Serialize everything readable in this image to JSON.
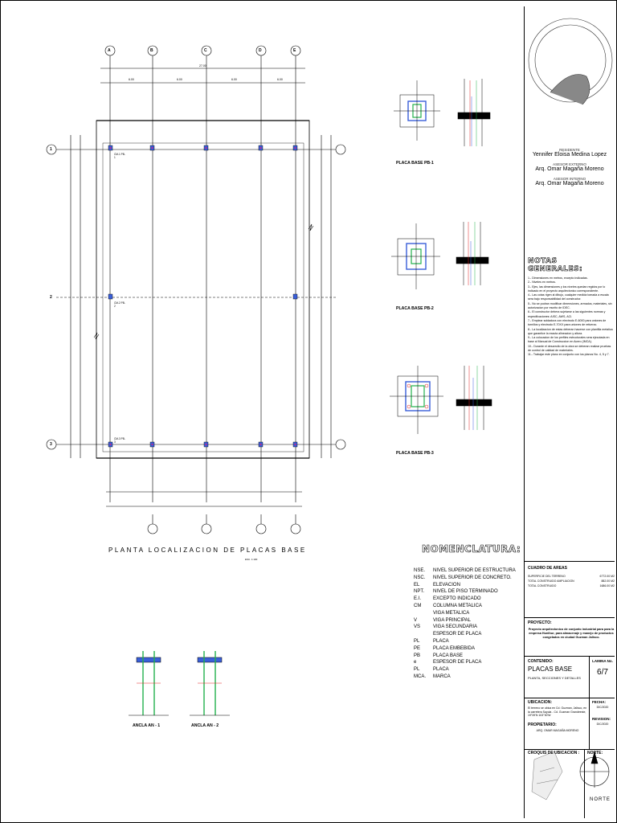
{
  "plan": {
    "title": "PLANTA LOCALIZACION DE PLACAS BASE",
    "scale": "ESC. 1:100",
    "axes_top": [
      "A",
      "B",
      "C",
      "D",
      "E"
    ],
    "axes_side": [
      "1",
      "2",
      "3"
    ],
    "overall_dim": "27.00",
    "bay_dims": [
      "6.00",
      "6.00",
      "6.00",
      "6.00"
    ],
    "column_tags": [
      "CM-1 PB-1",
      "CM-2 PB-2",
      "CM-3 PB-3"
    ]
  },
  "details": {
    "pb1": "PLACA BASE PB-1",
    "pb2": "PLACA BASE PB-2",
    "pb3": "PLACA BASE PB-3",
    "an1": "ANCLA AN - 1",
    "an2": "ANCLA AN - 2"
  },
  "titleblock": {
    "residente_label": "RESIDENTE",
    "residente": "Yennifer Eloisa Medina Lopez",
    "asesor_ext_label": "ASESOR EXTERNO",
    "asesor_ext": "Arq. Omar Magaña Moreno",
    "asesor_int_label": "ASESOR INTERNO",
    "asesor_int": "Arq. Omar Magaña Moreno",
    "notas_title": "NOTAS GENERALES:",
    "notas": [
      "1.- Dimensiones en metros, excepto indicadas.",
      "2.- Niveles en metros.",
      "3.- Ejes, las dimensiones y los niveles quedan regidos por lo indicado en el proyecto arquitectonico correspondiente.",
      "4.- Las cotas rigen al dibujo, cualquier medida tomada a escala sera bajo responsabilidad del constructor.",
      "5.- No se podran modificar dimensiones, armados, materiales, sin autorizacion por escrito de IDEC.",
      "6.- El constructor debera sujetarse a las siguientes normas y especificaciones: AISC, AWS, ACI.",
      "7.- Emplear soldadura con electrodo E-6000 para uniones de tornillos y electrodo E-70XX para uniones de refuerzo.",
      "8.- La localizacion de estas deberan hacerse con plantilla metalica que garantice la exacta alineacion y altura.",
      "9.- La colocacion de los perfiles estructurales sera ejecutada en base al Manual de Construccion en Acero (IMCA).",
      "10.- Durante el desarrollo de la obra se deberan realizar pruebas de control de calidad de materiales.",
      "11.- Trabajar este plano en conjunto con los planos No. 4, 5 y 7."
    ],
    "cuadro_title": "CUADRO DE AREAS",
    "cuadro": [
      {
        "k": "SUPERFICIE DEL TERRENO",
        "v": "6772.00 M2"
      },
      {
        "k": "TOTAL CONSTRUIDO AMPLIACION",
        "v": "882.00 M2"
      },
      {
        "k": "TOTAL CONSTRUIDO",
        "v": "1686.00 M2"
      }
    ],
    "proyecto_label": "PROYECTO:",
    "proyecto": "Proyecto arquitectonico de conjunto industrial para para la empresa Hunthur, para almacenaje y manejo de productos congelados en ciudad Guzman Jalisco.",
    "contenido_label": "CONTENIDO:",
    "contenido": "PLACAS BASE",
    "contenido_sub": "PLANTA, SECCIONES Y DETALLES",
    "lamina_label": "LAMINA No.",
    "lamina": "6/7",
    "ubicacion_label": "UBICACION:",
    "ubicacion": "El terreno se ubica en Cd. Guzman, Jalisco, en la carretera Sayula - Cd. Guzman Grandeeste, 19°39'N 103°30'W",
    "fecha_label": "FECHA:",
    "fecha": "DIC/2020",
    "revision_label": "REVISION:",
    "revision": "DIC/2020",
    "propietario_label": "PROPIETARIO:",
    "propietario": "ARQ. OMAR MAGAÑA MORENO",
    "croquis_label": "CROQUIS DE UBICACION :",
    "norte_label": "NORTE:",
    "norte": "NORTE"
  },
  "nomenclatura": {
    "title": "NOMENCLATURA:",
    "items": [
      {
        "k": "NSE.",
        "v": "NIVEL SUPERIOR DE ESTRUCTURA"
      },
      {
        "k": "NSC.",
        "v": "NIVEL SUPERIOR DE CONCRETO."
      },
      {
        "k": "EL",
        "v": "ELEVACION"
      },
      {
        "k": "NPT.",
        "v": "NIVEL DE PISO TERMINADO"
      },
      {
        "k": "E.I.",
        "v": "EXCEPTO INDICADO"
      },
      {
        "k": "CM",
        "v": "COLUMNA METALICA"
      },
      {
        "k": "",
        "v": "VIGA METALICA"
      },
      {
        "k": "V",
        "v": "VIGA PRINCIPAL"
      },
      {
        "k": "VS",
        "v": "VIGA SECUNDARIA"
      },
      {
        "k": "",
        "v": "ESPESOR DE PLACA"
      },
      {
        "k": "PL",
        "v": "PLACA"
      },
      {
        "k": "PE",
        "v": "PLACA EMBEBIDA"
      },
      {
        "k": "PB",
        "v": "PLACA BASE"
      },
      {
        "k": "e",
        "v": "ESPESOR DE PLACA"
      },
      {
        "k": "PL",
        "v": "PLACA"
      },
      {
        "k": "MCA.",
        "v": "MARCA"
      }
    ]
  }
}
